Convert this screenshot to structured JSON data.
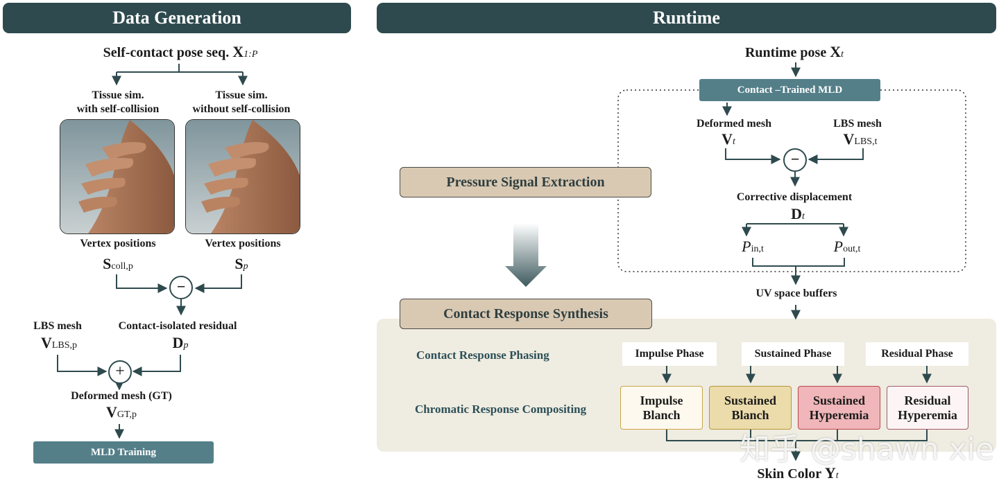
{
  "headers": {
    "left": "Data Generation",
    "right": "Runtime"
  },
  "left": {
    "pose_seq": {
      "text": "Self-contact pose seq.",
      "sym": "X",
      "sub": "1:P"
    },
    "sim_with": {
      "line1": "Tissue sim.",
      "line2": "with self-collision"
    },
    "sim_without": {
      "line1": "Tissue sim.",
      "line2": "without self-collision"
    },
    "vertex_left": "Vertex positions",
    "vertex_right": "Vertex positions",
    "s_coll": {
      "sym": "S",
      "sub": "coll,p"
    },
    "s_p": {
      "sym": "S",
      "sub": "p"
    },
    "minus": "−",
    "lbs_mesh": "LBS mesh",
    "v_lbs": {
      "sym": "V",
      "sub": "LBS,p"
    },
    "residual": "Contact-isolated residual",
    "d_p": {
      "sym": "D",
      "sub": "p"
    },
    "plus": "+",
    "deformed_gt": "Deformed mesh (GT)",
    "v_gt": {
      "sym": "V",
      "sub": "GT,p"
    },
    "mld_training": "MLD Training"
  },
  "right": {
    "runtime_pose": {
      "text": "Runtime pose",
      "sym": "X",
      "sub": "t"
    },
    "trained_mld": "Contact –Trained MLD",
    "deformed_mesh": "Deformed mesh",
    "v_t": {
      "sym": "V",
      "sub": "t"
    },
    "lbs_mesh": "LBS mesh",
    "v_lbs_t": {
      "sym": "V",
      "sub": "LBS,t"
    },
    "minus": "−",
    "corrective": "Corrective displacement",
    "d_t": {
      "sym": "D",
      "sub": "t"
    },
    "p_in": {
      "sym": "P",
      "sub": "in,t"
    },
    "p_out": {
      "sym": "P",
      "sub": "out,t"
    },
    "uv_buffers": "UV space buffers",
    "pressure_extraction": "Pressure Signal Extraction",
    "contact_synthesis": "Contact Response Synthesis",
    "phasing_label": "Contact Response Phasing",
    "compositing_label": "Chromatic Response Compositing",
    "phases": [
      "Impulse Phase",
      "Sustained Phase",
      "Residual Phase"
    ],
    "responses": [
      {
        "line1": "Impulse",
        "line2": "Blanch",
        "bg": "#fdf9ee",
        "border": "#c9a64c"
      },
      {
        "line1": "Sustained",
        "line2": "Blanch",
        "bg": "#ecdcab",
        "border": "#b79736"
      },
      {
        "line1": "Sustained",
        "line2": "Hyperemia",
        "bg": "#f0b6b9",
        "border": "#b9474e"
      },
      {
        "line1": "Residual",
        "line2": "Hyperemia",
        "bg": "#fdf5f5",
        "border": "#a05a6a"
      }
    ],
    "skin_color": {
      "text": "Skin Color",
      "sym": "Y",
      "sub": "t"
    }
  },
  "watermark": "知乎 @shawn xie",
  "colors": {
    "header": "#2e4a4e",
    "teal": "#547f89",
    "tan": "#d9c9b3",
    "panel": "#efece1",
    "arrow": "#2e4a4e"
  }
}
